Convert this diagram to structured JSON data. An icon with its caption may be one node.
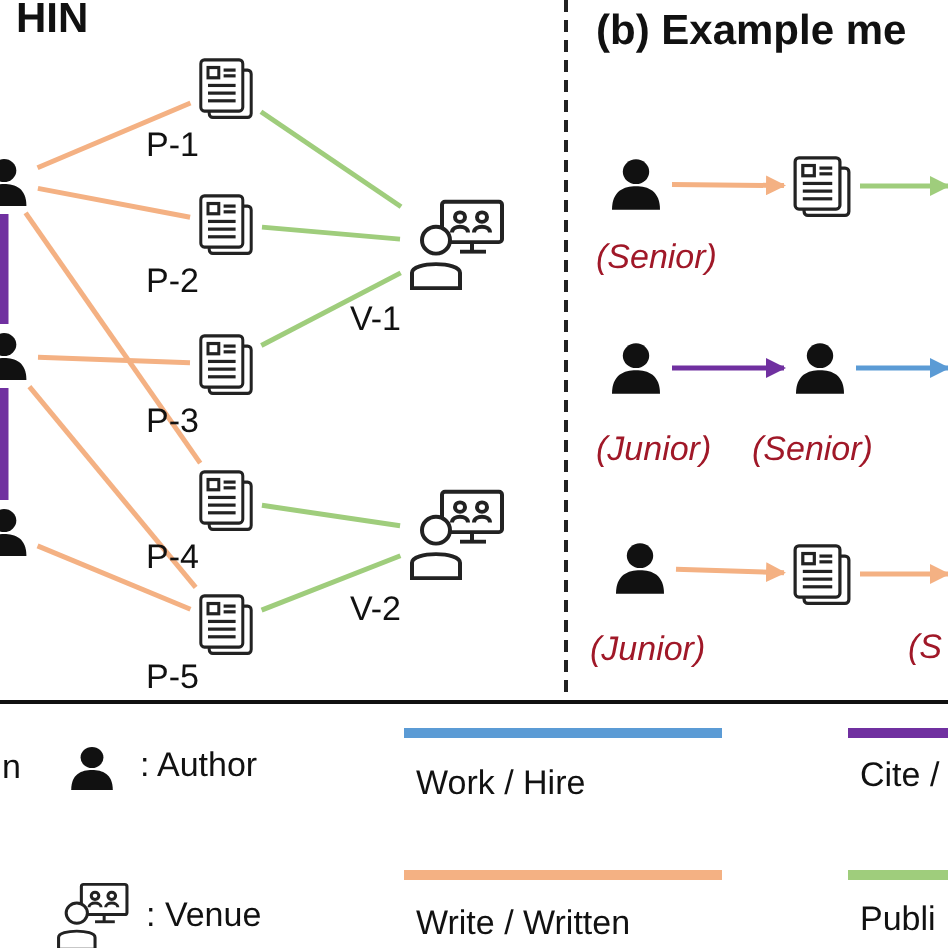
{
  "diagram": {
    "nodes": [
      {
        "text": [],
        "shape": "person"
      },
      {
        "text": [],
        "shape": "person"
      },
      {
        "text": [],
        "shape": "person"
      },
      {
        "text": [
          "P-1"
        ]
      },
      {
        "text": [
          "P-2"
        ]
      },
      {
        "text": [
          "P-3"
        ]
      },
      {
        "text": [
          "P-4"
        ]
      },
      {
        "text": [
          "P-5"
        ]
      },
      {
        "text": [
          "V-1"
        ]
      },
      {
        "text": [
          "V-2"
        ]
      },
      {
        "text": [
          "(Senior)"
        ]
      },
      {
        "text": [],
        "shape": "picture"
      },
      {
        "text": [
          "(Junior)"
        ]
      },
      {
        "text": [
          "(Senior)"
        ]
      },
      {
        "text": [
          "(Junior)"
        ]
      },
      {
        "text": [],
        "shape": "picture"
      }
    ],
    "edges": [
      {
        "from": 0,
        "to": 3,
        "arrow": "none"
      },
      {
        "from": 0,
        "to": 4,
        "arrow": "none"
      },
      {
        "from": 0,
        "to": 6,
        "arrow": "none"
      },
      {
        "from": 1,
        "to": 5,
        "arrow": "none"
      },
      {
        "from": 1,
        "to": 7,
        "arrow": "none"
      },
      {
        "from": 2,
        "to": 7,
        "arrow": "none"
      },
      {
        "from": 3,
        "to": 8,
        "arrow": "none",
        "color": "#9fcd7c"
      },
      {
        "from": 4,
        "to": 8,
        "arrow": "none",
        "color": "#9fcd7c"
      },
      {
        "from": 5,
        "to": 8,
        "arrow": "none",
        "color": "#9fcd7c"
      },
      {
        "from": 6,
        "to": 9,
        "arrow": "none",
        "color": "#9fcd7c"
      },
      {
        "from": 7,
        "to": 9,
        "arrow": "none",
        "color": "#9fcd7c"
      },
      {
        "from": 0,
        "to": 1,
        "arrow": "none",
        "style": "thick",
        "color": "#7030a0"
      },
      {
        "from": 1,
        "to": 2,
        "arrow": "none",
        "style": "thick",
        "color": "#7030a0"
      },
      {
        "from": 10,
        "to": 11,
        "arrow": "to"
      },
      {
        "from": 11,
        "to": null,
        "arrow": "to",
        "color": "#9fcd7c"
      },
      {
        "from": 12,
        "to": 13,
        "arrow": "to",
        "color": "#7030a0"
      },
      {
        "from": 13,
        "to": null,
        "arrow": "to",
        "color": "#5b9bd5"
      },
      {
        "from": 14,
        "to": 15,
        "arrow": "to"
      },
      {
        "from": 15,
        "to": null,
        "arrow": "to"
      }
    ],
    "labels": [
      "HIN",
      "(b) Example me",
      "(S",
      "n"
    ],
    "legend": [
      {
        "text": ": Author"
      },
      {
        "text": ": Venue"
      },
      {
        "text": "Work / Hire",
        "color": "#5b9bd5"
      },
      {
        "text": "Write / Written",
        "color": "#f4b183"
      },
      {
        "text": "Cite /",
        "color": "#7030a0"
      },
      {
        "text": "Publi",
        "color": "#9fcd7c"
      }
    ]
  }
}
